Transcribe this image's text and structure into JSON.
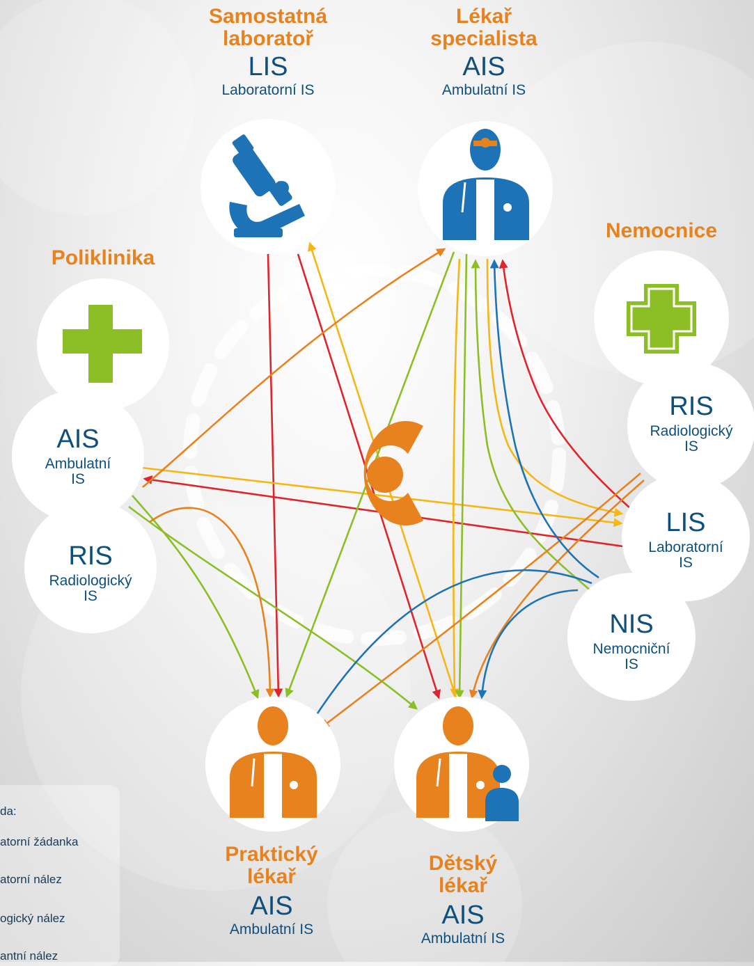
{
  "nodes": {
    "samostatna_laborator": {
      "title_line1": "Samostatná",
      "title_line2": "laboratoř",
      "system": "LIS",
      "system_desc": "Laboratorní IS"
    },
    "lekar_specialista": {
      "title_line1": "Lékař",
      "title_line2": "specialista",
      "system": "AIS",
      "system_desc": "Ambulatní IS"
    },
    "nemocnice": {
      "title": "Nemocnice",
      "ris": {
        "system": "RIS",
        "desc_line1": "Radiologický",
        "desc_line2": "IS"
      },
      "lis": {
        "system": "LIS",
        "desc_line1": "Laboratorní",
        "desc_line2": "IS"
      },
      "nis": {
        "system": "NIS",
        "desc_line1": "Nemocniční",
        "desc_line2": "IS"
      }
    },
    "poliklinika": {
      "title": "Poliklinika",
      "ais": {
        "system": "AIS",
        "desc_line1": "Ambulatní",
        "desc_line2": "IS"
      },
      "ris": {
        "system": "RIS",
        "desc_line1": "Radiologický",
        "desc_line2": "IS"
      }
    },
    "prakticky_lekar": {
      "title_line1": "Praktický",
      "title_line2": "lékař",
      "system": "AIS",
      "system_desc": "Ambulatní IS"
    },
    "detsky_lekar": {
      "title_line1": "Dětský",
      "title_line2": "lékař",
      "system": "AIS",
      "system_desc": "Ambulatní IS"
    }
  },
  "legend": {
    "title": "da:",
    "items": [
      "atorní žádanka",
      "atorní nález",
      "ogický nález",
      "antní nález"
    ]
  },
  "colors": {
    "orange": "#e8821e",
    "blue": "#1d73b5",
    "green": "#8cbf26",
    "red": "#e0242b",
    "yellow": "#f5b715",
    "text_navy": "#0e4f7d"
  }
}
